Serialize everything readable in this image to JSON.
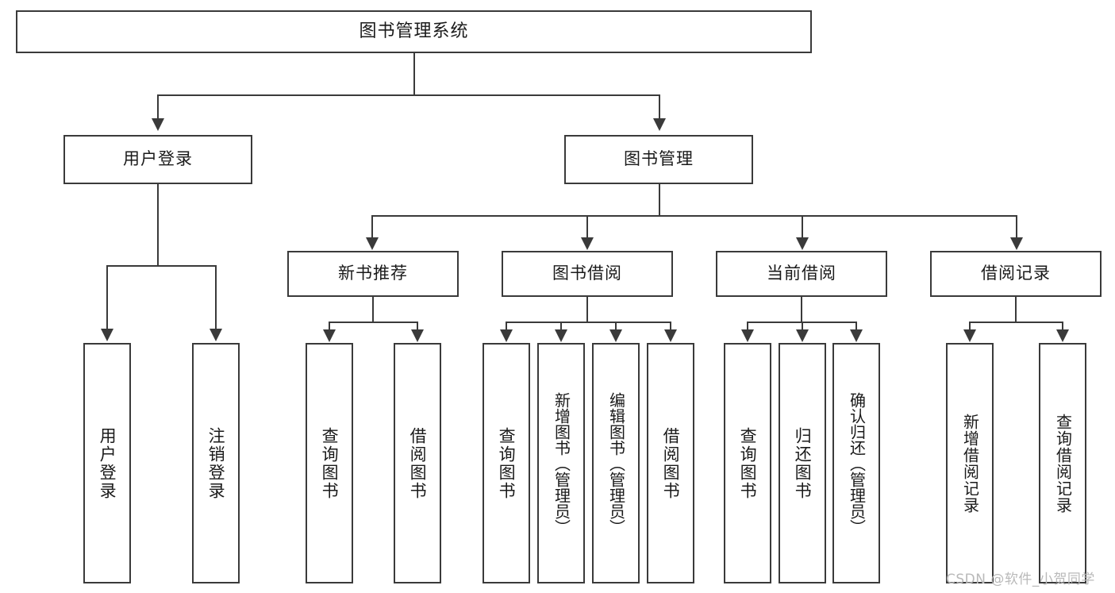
{
  "diagram": {
    "type": "tree-hierarchy",
    "title": "图书管理系统",
    "levels": 4,
    "nodes": {
      "root": {
        "label": "图书管理系统",
        "level": 1
      },
      "l2_user_login": {
        "label": "用户登录",
        "level": 2
      },
      "l2_book_manage": {
        "label": "图书管理",
        "level": 2
      },
      "l3_new_book_rec": {
        "label": "新书推荐",
        "level": 3
      },
      "l3_book_borrow": {
        "label": "图书借阅",
        "level": 3
      },
      "l3_current_borrow": {
        "label": "当前借阅",
        "level": 3
      },
      "l3_borrow_record": {
        "label": "借阅记录",
        "level": 3
      },
      "l4_user_login": {
        "label": "用户登录",
        "level": 4
      },
      "l4_logout": {
        "label": "注销登录",
        "level": 4
      },
      "l4_query_book_a": {
        "label": "查询图书",
        "level": 4
      },
      "l4_borrow_book_a": {
        "label": "借阅图书",
        "level": 4
      },
      "l4_query_book_b": {
        "label": "查询图书",
        "level": 4
      },
      "l4_add_book": {
        "label": "新增图书（管理员）",
        "level": 4
      },
      "l4_edit_book": {
        "label": "编辑图书（管理员）",
        "level": 4
      },
      "l4_borrow_book_b": {
        "label": "借阅图书",
        "level": 4
      },
      "l4_query_book_c": {
        "label": "查询图书",
        "level": 4
      },
      "l4_return_book": {
        "label": "归还图书",
        "level": 4
      },
      "l4_confirm_return": {
        "label": "确认归还（管理员）",
        "level": 4
      },
      "l4_add_record": {
        "label": "新增借阅记录",
        "level": 4
      },
      "l4_query_record": {
        "label": "查询借阅记录",
        "level": 4
      }
    },
    "edges": [
      {
        "from": "root",
        "to": "l2_user_login"
      },
      {
        "from": "root",
        "to": "l2_book_manage"
      },
      {
        "from": "l2_user_login",
        "to": "l4_user_login"
      },
      {
        "from": "l2_user_login",
        "to": "l4_logout"
      },
      {
        "from": "l2_book_manage",
        "to": "l3_new_book_rec"
      },
      {
        "from": "l2_book_manage",
        "to": "l3_book_borrow"
      },
      {
        "from": "l2_book_manage",
        "to": "l3_current_borrow"
      },
      {
        "from": "l2_book_manage",
        "to": "l3_borrow_record"
      },
      {
        "from": "l3_new_book_rec",
        "to": "l4_query_book_a"
      },
      {
        "from": "l3_new_book_rec",
        "to": "l4_borrow_book_a"
      },
      {
        "from": "l3_book_borrow",
        "to": "l4_query_book_b"
      },
      {
        "from": "l3_book_borrow",
        "to": "l4_add_book"
      },
      {
        "from": "l3_book_borrow",
        "to": "l4_edit_book"
      },
      {
        "from": "l3_book_borrow",
        "to": "l4_borrow_book_b"
      },
      {
        "from": "l3_current_borrow",
        "to": "l4_query_book_c"
      },
      {
        "from": "l3_current_borrow",
        "to": "l4_return_book"
      },
      {
        "from": "l3_current_borrow",
        "to": "l4_confirm_return"
      },
      {
        "from": "l3_borrow_record",
        "to": "l4_add_record"
      },
      {
        "from": "l3_borrow_record",
        "to": "l4_query_record"
      }
    ],
    "colors": {
      "stroke": "#3a3a3a",
      "fill": "#ffffff",
      "text": "#1a1a1a",
      "watermark": "#b9b9b9"
    }
  },
  "watermark": {
    "text": "CSDN @软件_小贺同学"
  }
}
